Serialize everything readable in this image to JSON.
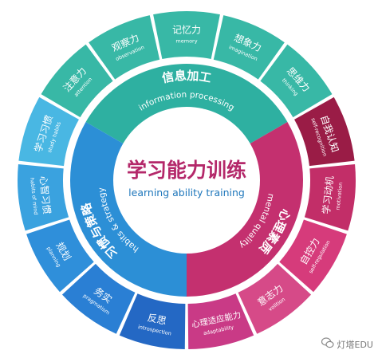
{
  "center": {
    "title": "学习能力训练",
    "subtitle": "learning ability training"
  },
  "colors": {
    "green": "#2eb0a1",
    "blue": "#2c8fd6",
    "magenta": "#c4306f",
    "center_title": "#b4286a",
    "center_subtitle": "#1d76bb"
  },
  "rings": {
    "information": {
      "title": "信息加工",
      "subtitle": "information processing"
    },
    "habits": {
      "title": "习惯与策略",
      "subtitle": "habits & strategy"
    },
    "mental": {
      "title": "心理素质",
      "subtitle": "mental quality"
    }
  },
  "outer_segments": [
    {
      "cn": "记忆力",
      "en": "memory",
      "color": "#38b8a6"
    },
    {
      "cn": "想象力",
      "en": "imagination",
      "color": "#38b8a6"
    },
    {
      "cn": "思维力",
      "en": "thinking",
      "color": "#38b8a6"
    },
    {
      "cn": "自我认知",
      "en": "self-recognition",
      "color": "#9a1c46"
    },
    {
      "cn": "学习动机",
      "en": "motivation",
      "color": "#c22e68"
    },
    {
      "cn": "自控力",
      "en": "self-regulation",
      "color": "#d63b7b"
    },
    {
      "cn": "意志力",
      "en": "volition",
      "color": "#d64a88"
    },
    {
      "cn": "心理适应能力",
      "en": "adaptability",
      "color": "#c93a86"
    },
    {
      "cn": "反思",
      "en": "introspection",
      "color": "#2468c4"
    },
    {
      "cn": "务实",
      "en": "pragmatism",
      "color": "#2a7fd4"
    },
    {
      "cn": "规划",
      "en": "planning",
      "color": "#2f8fda"
    },
    {
      "cn": "心智习惯",
      "en": "habits of mind",
      "color": "#3aa2df"
    },
    {
      "cn": "学习习惯",
      "en": "study habits",
      "color": "#49b7e3"
    },
    {
      "cn": "注意力",
      "en": "attention",
      "color": "#38b8a6"
    },
    {
      "cn": "观察力",
      "en": "observation",
      "color": "#38b8a6"
    }
  ],
  "watermark": {
    "text": "灯塔EDU",
    "icon": "wechat-icon"
  }
}
